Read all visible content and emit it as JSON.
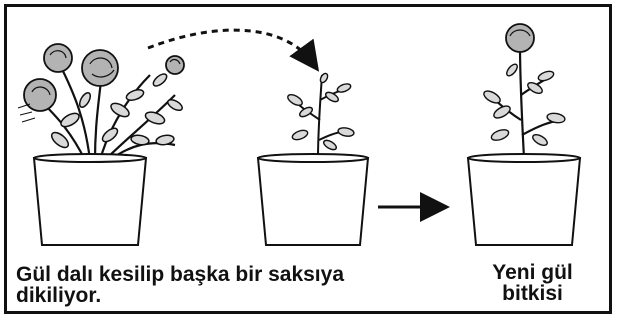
{
  "captions": {
    "left_line1": "Gül dalı kesilip başka bir saksıya",
    "left_line2": "dikiliyor.",
    "right_line1": "Yeni gül",
    "right_line2": "bitkisi"
  },
  "colors": {
    "outline": "#111111",
    "pot_fill": "#ffffff",
    "leaf_fill": "#d9d9d9",
    "flower_fill": "#b3b3b3"
  },
  "icons": [
    "rose-bush",
    "cutting",
    "new-rose-plant",
    "dashed-curved-arrow",
    "solid-arrow"
  ]
}
